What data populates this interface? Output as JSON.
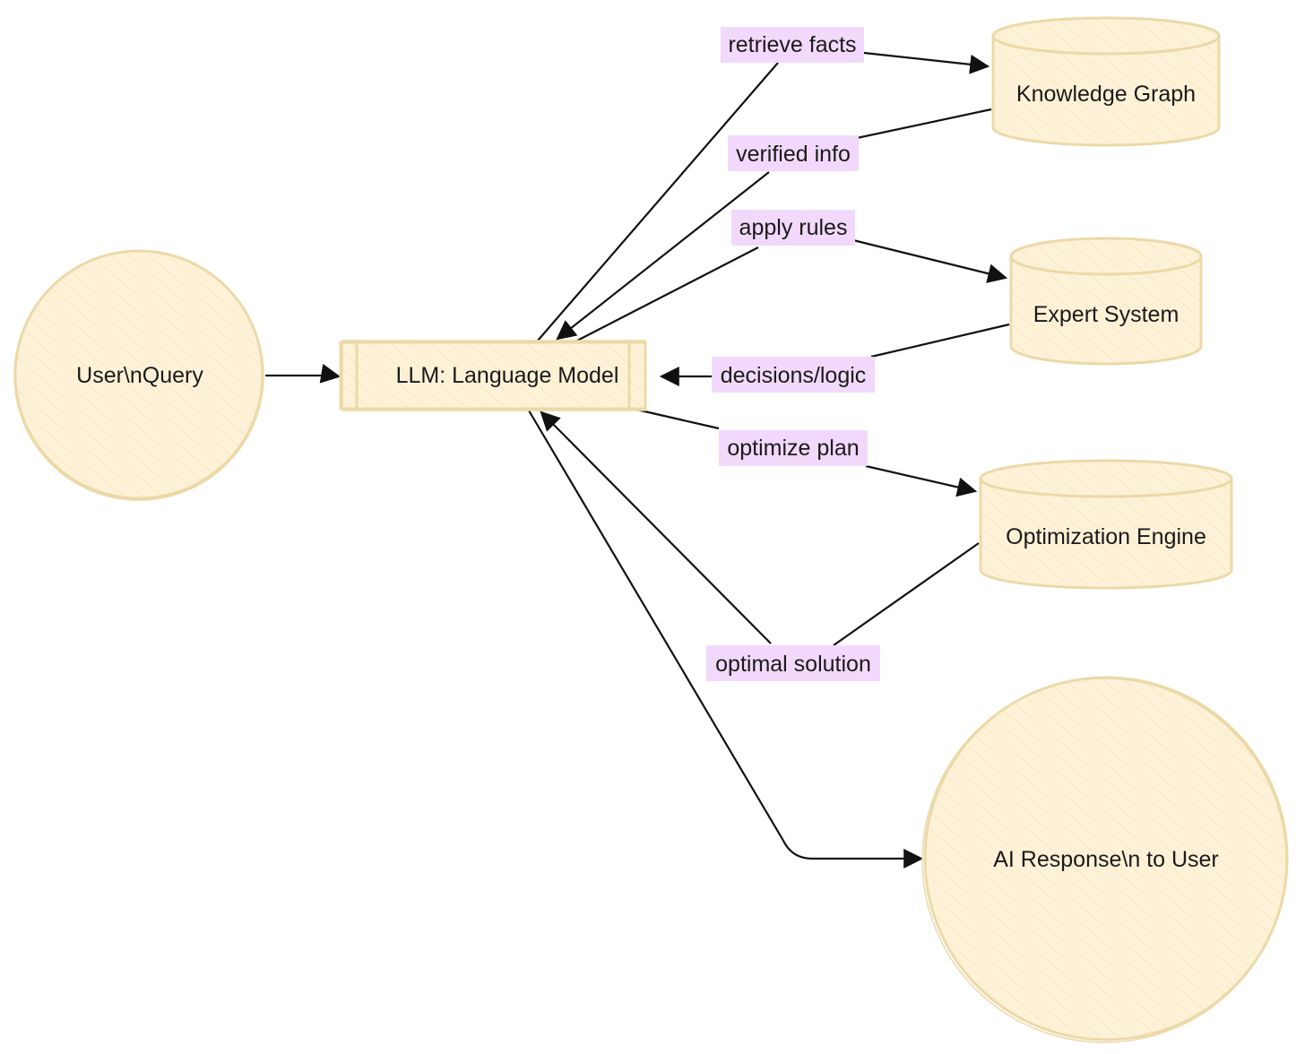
{
  "diagram": {
    "colors": {
      "node_fill": "#fdf2d8",
      "node_stroke": "#ecd9a8",
      "label_bg": "#f2d9fb",
      "edge": "#111111"
    },
    "nodes": {
      "user_query": {
        "label": "User\\nQuery",
        "shape": "circle"
      },
      "llm": {
        "label": "LLM: Language Model",
        "shape": "rectangle"
      },
      "knowledge_graph": {
        "label": "Knowledge Graph",
        "shape": "cylinder"
      },
      "expert_system": {
        "label": "Expert System",
        "shape": "cylinder"
      },
      "optimization_engine": {
        "label": "Optimization Engine",
        "shape": "cylinder"
      },
      "ai_response": {
        "label": "AI Response\\n to User",
        "shape": "circle"
      }
    },
    "edges": {
      "query_to_llm": {
        "from": "User\\nQuery",
        "to": "LLM: Language Model",
        "label": ""
      },
      "retrieve_facts": {
        "from": "LLM: Language Model",
        "to": "Knowledge Graph",
        "label": "retrieve facts"
      },
      "verified_info": {
        "from": "Knowledge Graph",
        "to": "LLM: Language Model",
        "label": "verified info"
      },
      "apply_rules": {
        "from": "LLM: Language Model",
        "to": "Expert System",
        "label": "apply rules"
      },
      "decisions_logic": {
        "from": "Expert System",
        "to": "LLM: Language Model",
        "label": "decisions/logic"
      },
      "optimize_plan": {
        "from": "LLM: Language Model",
        "to": "Optimization Engine",
        "label": "optimize plan"
      },
      "optimal_solution": {
        "from": "Optimization Engine",
        "to": "LLM: Language Model",
        "label": "optimal solution"
      },
      "llm_to_response": {
        "from": "LLM: Language Model",
        "to": "AI Response\\n to User",
        "label": ""
      }
    }
  }
}
